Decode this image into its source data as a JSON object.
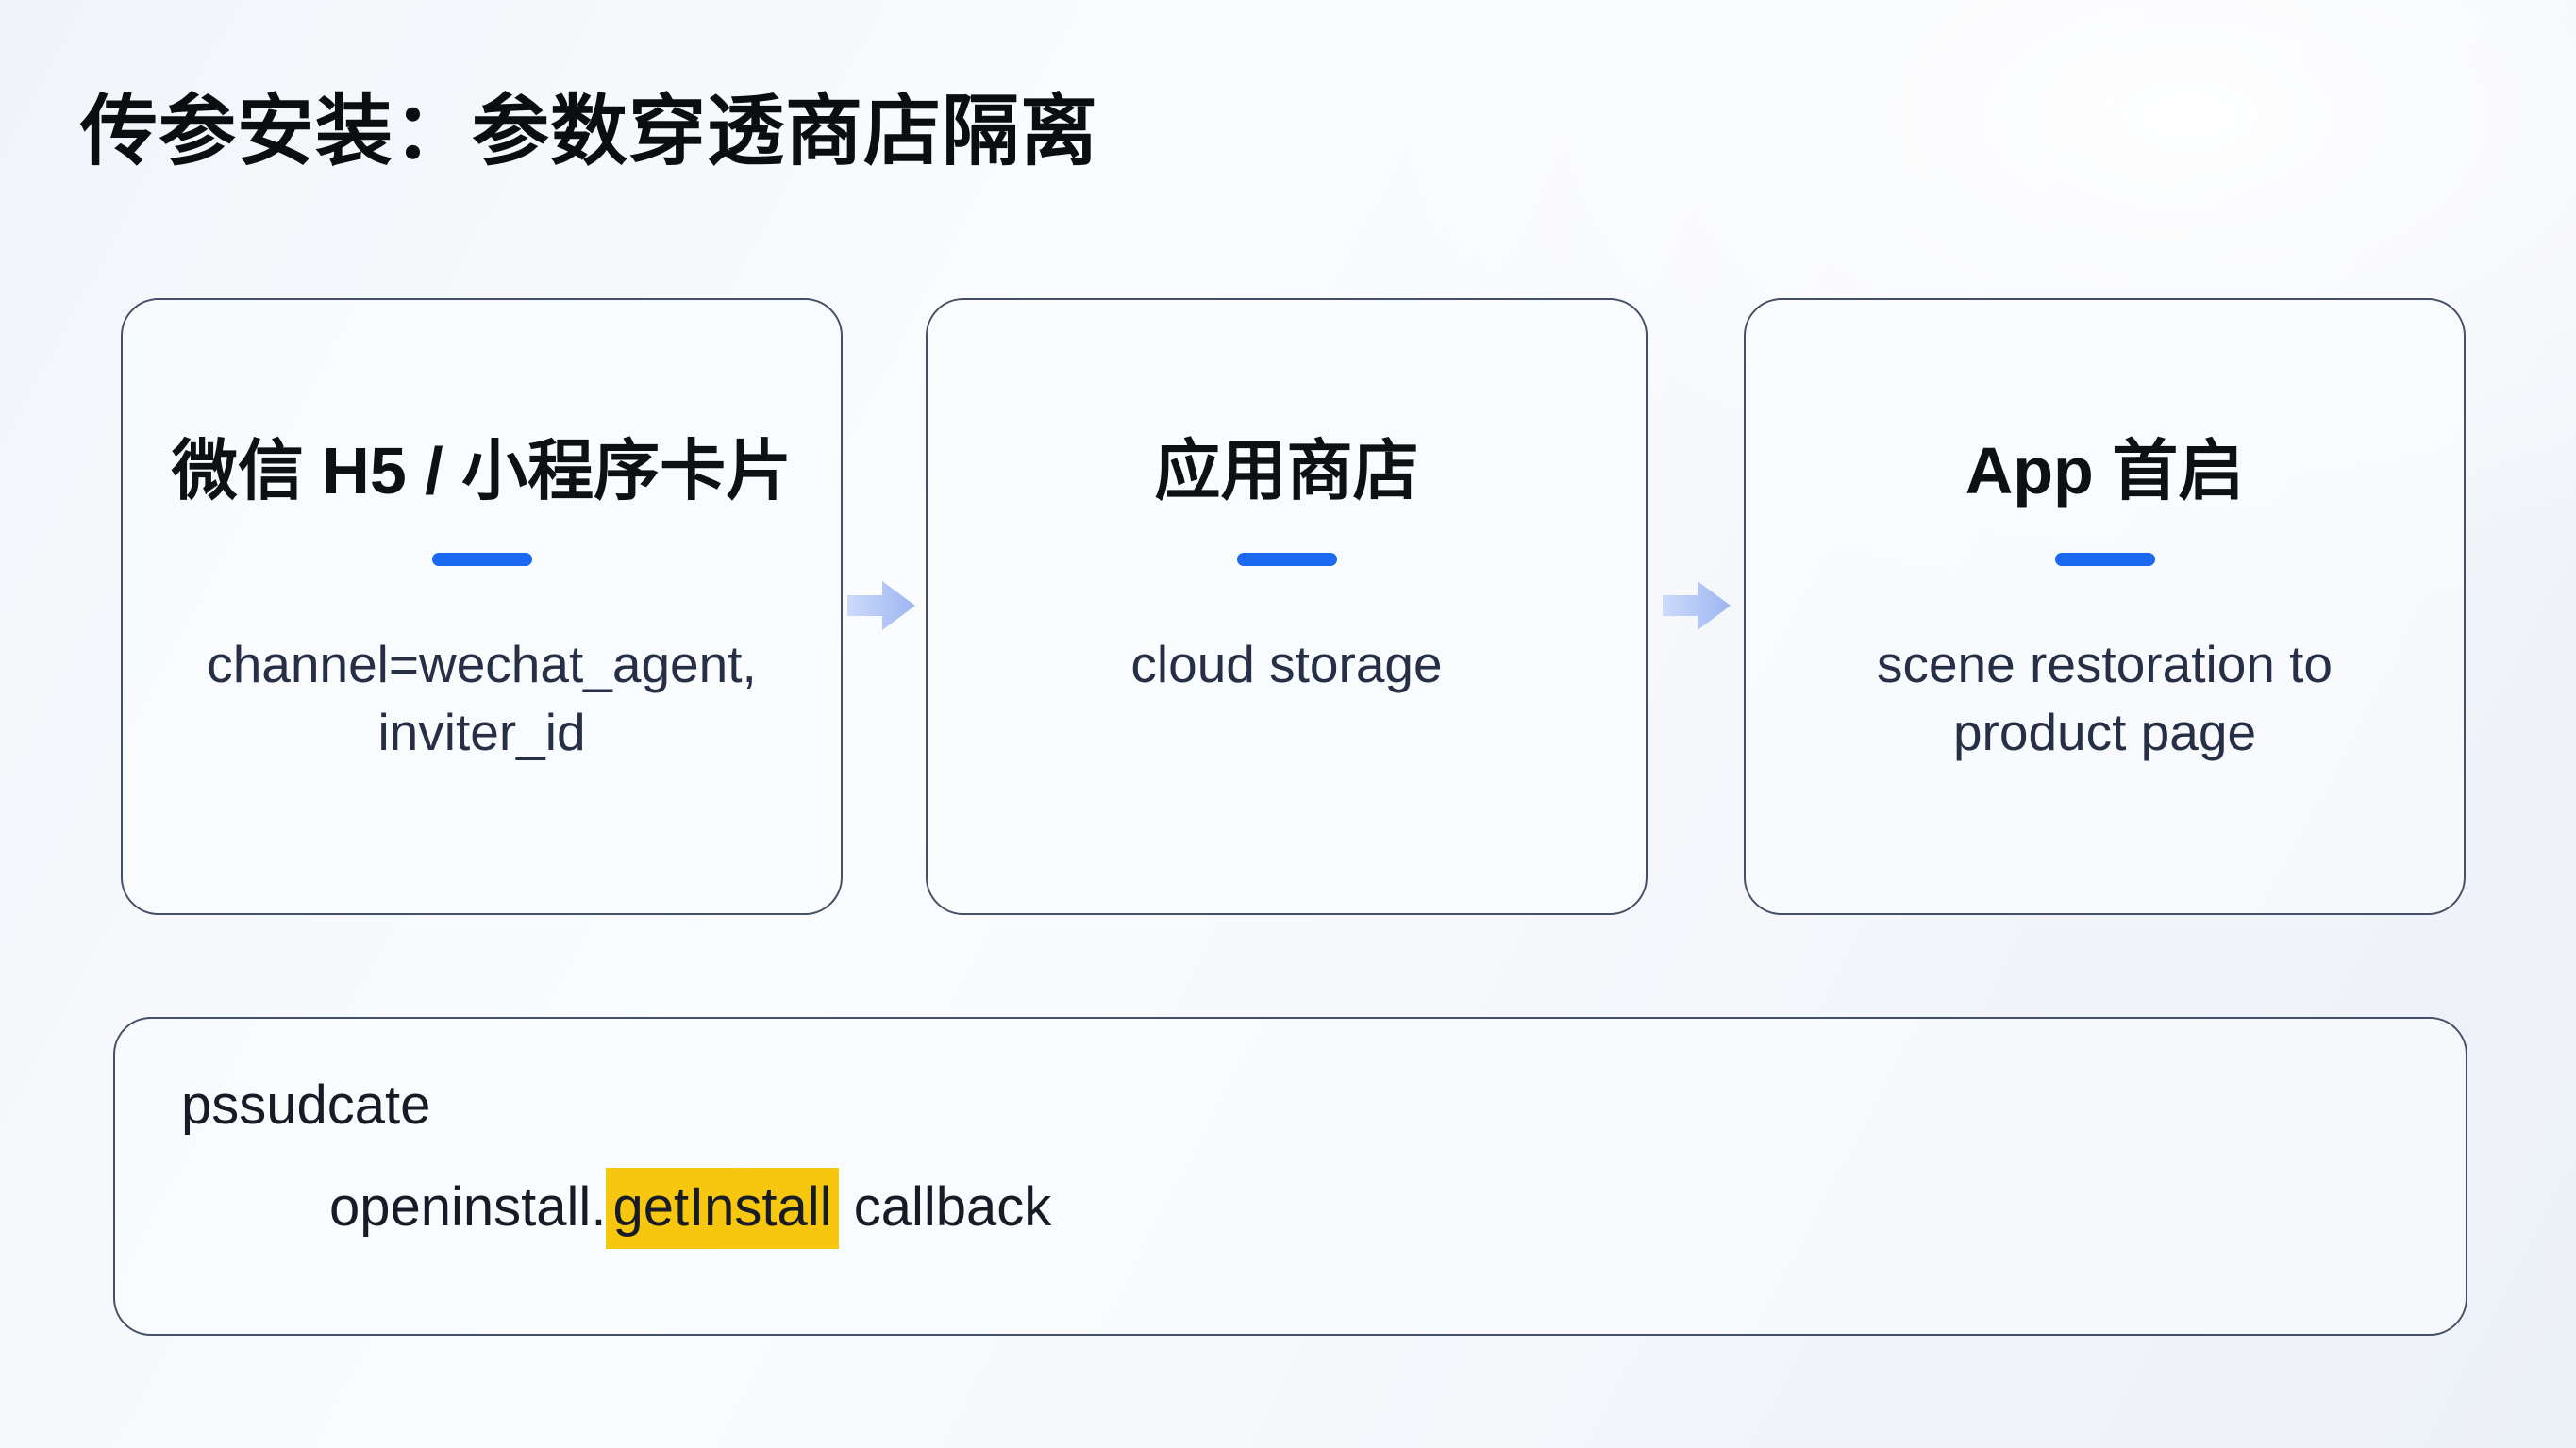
{
  "page": {
    "title": "传参安装：参数穿透商店隔离"
  },
  "flow": {
    "steps": [
      {
        "title": "微信 H5 / 小程序卡片",
        "body": "channel=wechat_agent, inviter_id"
      },
      {
        "title": "应用商店",
        "body": "cloud storage"
      },
      {
        "title": "App 首启",
        "body": "scene restoration to product page"
      }
    ],
    "arrow_icon": "arrow-right-icon"
  },
  "code_panel": {
    "line1": "pssudcate",
    "line2": {
      "prefix": "openinstall.",
      "highlight": "getInstall",
      "suffix": " callback"
    }
  },
  "colors": {
    "accent_blue": "#1A69F0",
    "highlight_yellow": "#F6C70E",
    "box_border": "#455066",
    "arrow_gradient_start": "#CDDAFA",
    "arrow_gradient_end": "#9DB6F2",
    "title_text": "#0B0D10",
    "body_text": "#262F45"
  }
}
